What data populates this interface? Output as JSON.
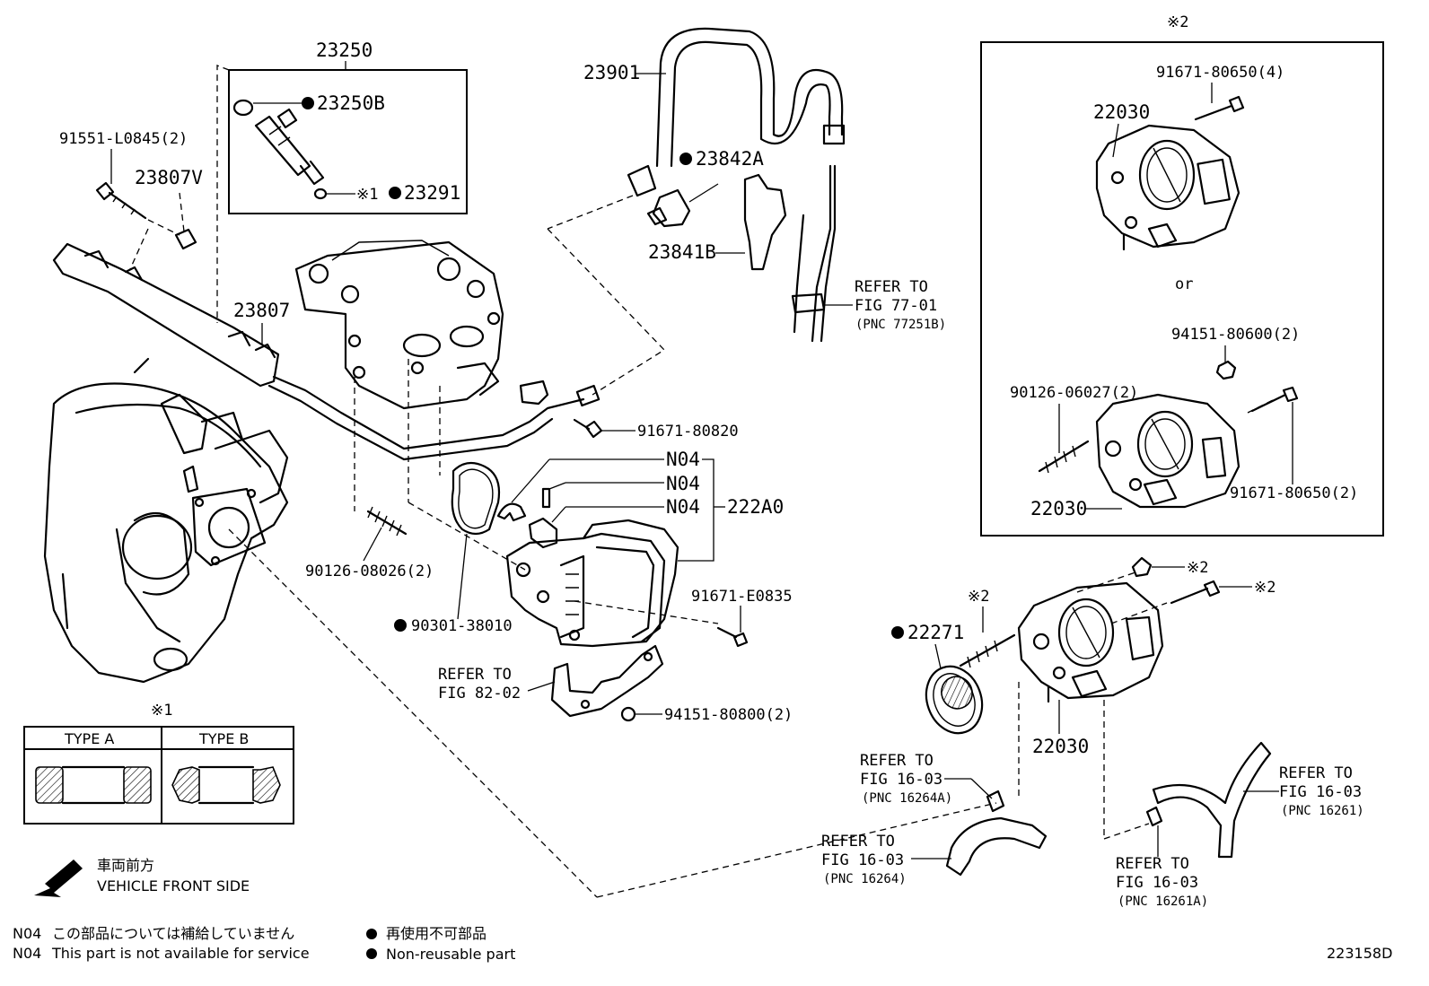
{
  "parts": {
    "p23250": "23250",
    "p23250B": "23250B",
    "p23291": "23291",
    "p91551": "91551-L0845(2)",
    "p23807V": "23807V",
    "p23807": "23807",
    "p23901": "23901",
    "p23842A": "23842A",
    "p23841B": "23841B",
    "p91671_80820": "91671-80820",
    "p90126_08026": "90126-08026(2)",
    "p90301": "90301-38010",
    "p222A0": "222A0",
    "p91671_E0835": "91671-E0835",
    "p94151_80800": "94151-80800(2)",
    "p22271": "22271",
    "p22030_main": "22030",
    "p22030_a": "22030",
    "p22030_b": "22030",
    "p91671_80650_4": "91671-80650(4)",
    "p94151_80600": "94151-80600(2)",
    "p90126_06027": "90126-06027(2)",
    "p91671_80650_2": "91671-80650(2)",
    "n04": "N04",
    "or": "or"
  },
  "marks": {
    "ref1": "※1",
    "ref2": "※2"
  },
  "refs": {
    "refer_to": "REFER TO",
    "fig_77_01": "FIG 77-01",
    "pnc_77251B": "(PNC 77251B)",
    "fig_82_02": "FIG 82-02",
    "fig_16_03": "FIG 16-03",
    "pnc_16264A": "(PNC 16264A)",
    "pnc_16264": "(PNC 16264)",
    "pnc_16261": "(PNC 16261)",
    "pnc_16261A": "(PNC 16261A)"
  },
  "types": {
    "type_a": "TYPE A",
    "type_b": "TYPE B"
  },
  "legend": {
    "front_jp": "車両前方",
    "front_en": "VEHICLE FRONT SIDE",
    "n04_code": "N04",
    "n04_jp": "この部品については補給していません",
    "n04_en": "This part is not available for service",
    "nonreuse_jp": "再使用不可部品",
    "nonreuse_en": "Non-reusable part"
  },
  "figure_id": "223158D"
}
